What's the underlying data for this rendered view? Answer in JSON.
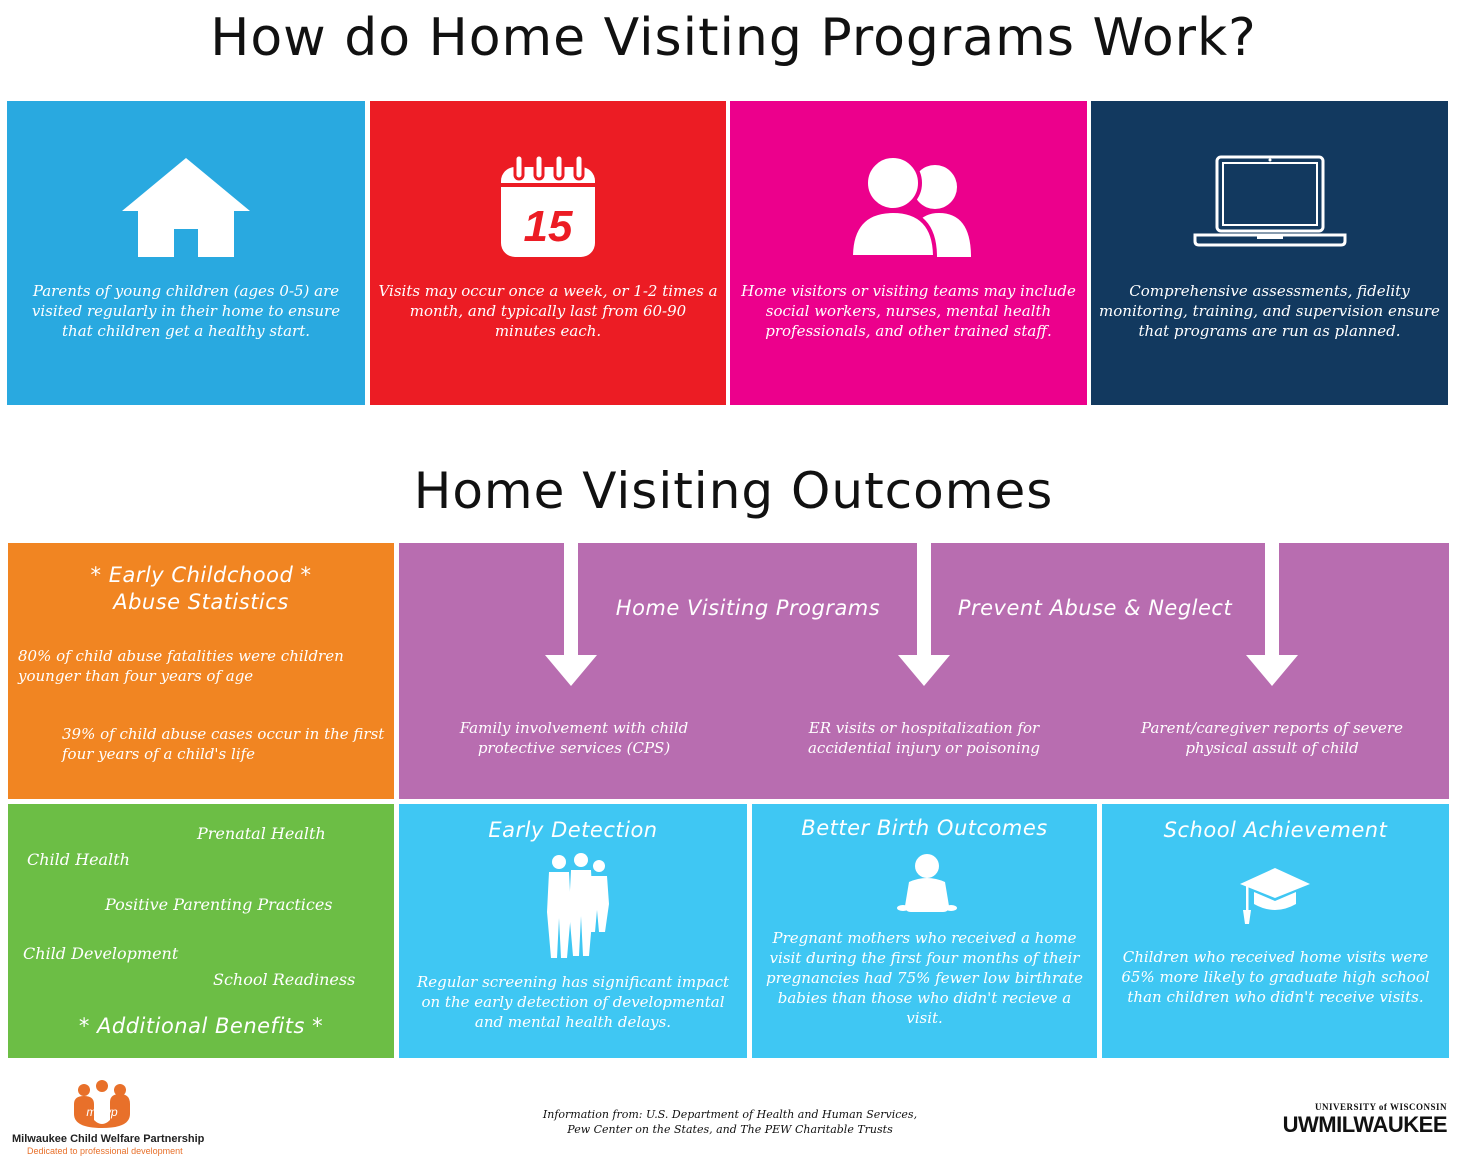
{
  "titles": {
    "main": "How do Home Visiting Programs Work?",
    "outcomes": "Home Visiting Outcomes"
  },
  "how_it_works": [
    {
      "icon": "house-icon",
      "color": "#29a9e0",
      "text": "Parents of young children (ages 0-5) are visited regularly in their home to ensure that children get a healthy start."
    },
    {
      "icon": "calendar-icon",
      "color": "#ec1c24",
      "calendar_day": "15",
      "text": "Visits may occur once a week, or 1-2 times a month, and typically last from 60-90 minutes each."
    },
    {
      "icon": "people-icon",
      "color": "#ec008c",
      "text": "Home visitors or visiting teams may include social workers, nurses, mental health professionals, and other trained staff."
    },
    {
      "icon": "laptop-icon",
      "color": "#12395f",
      "text": "Comprehensive assessments, fidelity monitoring, training, and supervision ensure that programs are run as planned."
    }
  ],
  "abuse_stats": {
    "heading_line1": "* Early Childchood *",
    "heading_line2": "Abuse Statistics",
    "stat1": "80% of child abuse fatalities were children younger than four years of age",
    "stat2": "39% of child abuse cases occur in the first four years of a child's life"
  },
  "prevention": {
    "label_left": "Home Visiting Programs",
    "label_right": "Prevent Abuse & Neglect",
    "items": [
      "Family involvement with child protective services (CPS)",
      "ER visits or hospitalization for accidential injury or poisoning",
      "Parent/caregiver reports of severe physical assult of child"
    ]
  },
  "benefits": {
    "items": [
      "Prenatal Health",
      "Child Health",
      "Positive Parenting Practices",
      "Child Development",
      "School Readiness"
    ],
    "heading": "* Additional Benefits *"
  },
  "outcome_cards": [
    {
      "title": "Early Detection",
      "icon": "family-silhouette-icon",
      "text": "Regular screening has significant impact on the early detection of developmental and mental health delays."
    },
    {
      "title": "Better Birth Outcomes",
      "icon": "baby-icon",
      "text": "Pregnant mothers who received a home visit during the first four months of their pregnancies had 75% fewer low birthrate babies than those who didn't recieve a visit."
    },
    {
      "title": "School Achievement",
      "icon": "graduation-cap-icon",
      "text": "Children who received home visits were 65% more likely to graduate high school than children who didn't receive visits."
    }
  ],
  "footer": {
    "info_line1": "Information from: U.S. Department of Health and Human Services,",
    "info_line2": "Pew Center on the States, and The PEW Charitable Trusts",
    "left_logo_text": "mcwp",
    "left_org": "Milwaukee Child Welfare Partnership",
    "left_tagline": "Dedicated to professional development",
    "right_org_top": "UNIVERSITY of WISCONSIN",
    "right_org_main": "UWMILWAUKEE"
  }
}
